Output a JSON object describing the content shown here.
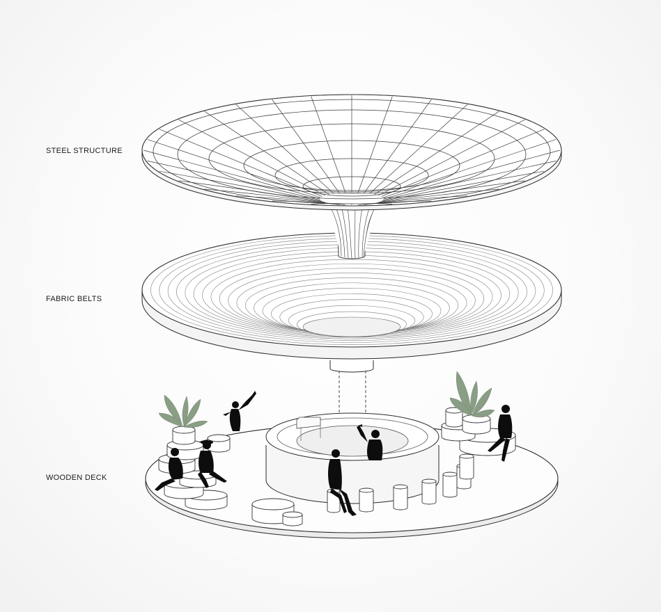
{
  "layers": [
    {
      "id": "steel",
      "label": "STEEL STRUCTURE"
    },
    {
      "id": "fabric",
      "label": "FABRIC BELTS"
    },
    {
      "id": "deck",
      "label": "WOODEN DECK"
    }
  ],
  "colors": {
    "line": "#2a2a2a",
    "light_line": "#9a9a9a",
    "fill": "#ffffff",
    "plant": "#8a9e86",
    "figure": "#0d0d0d"
  }
}
